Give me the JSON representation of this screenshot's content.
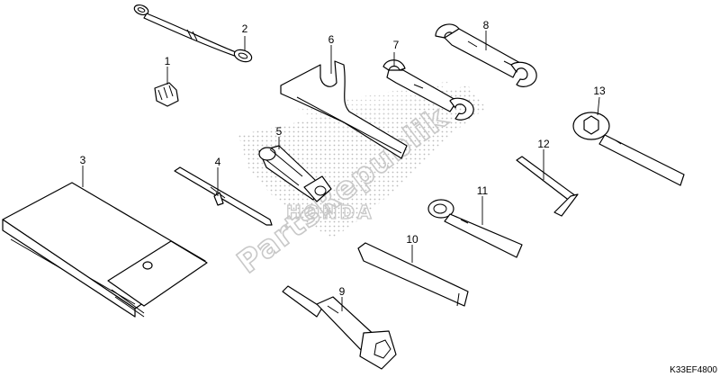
{
  "diagram": {
    "parts": [
      {
        "number": "1",
        "name": "tool-clip"
      },
      {
        "number": "2",
        "name": "tool-band"
      },
      {
        "number": "3",
        "name": "tool-bag"
      },
      {
        "number": "4",
        "name": "screwdriver"
      },
      {
        "number": "5",
        "name": "screwdriver-grip"
      },
      {
        "number": "6",
        "name": "pin-spanner"
      },
      {
        "number": "7",
        "name": "open-end-wrench-small"
      },
      {
        "number": "8",
        "name": "open-end-wrench-large"
      },
      {
        "number": "9",
        "name": "spark-plug-wrench"
      },
      {
        "number": "10",
        "name": "wrench-handle"
      },
      {
        "number": "11",
        "name": "box-end-wrench"
      },
      {
        "number": "12",
        "name": "hex-key"
      },
      {
        "number": "13",
        "name": "ring-wrench"
      }
    ],
    "diagram_code": "K33EF4800",
    "watermark_primary": "PartsRepublik",
    "watermark_secondary": "HONDA"
  }
}
